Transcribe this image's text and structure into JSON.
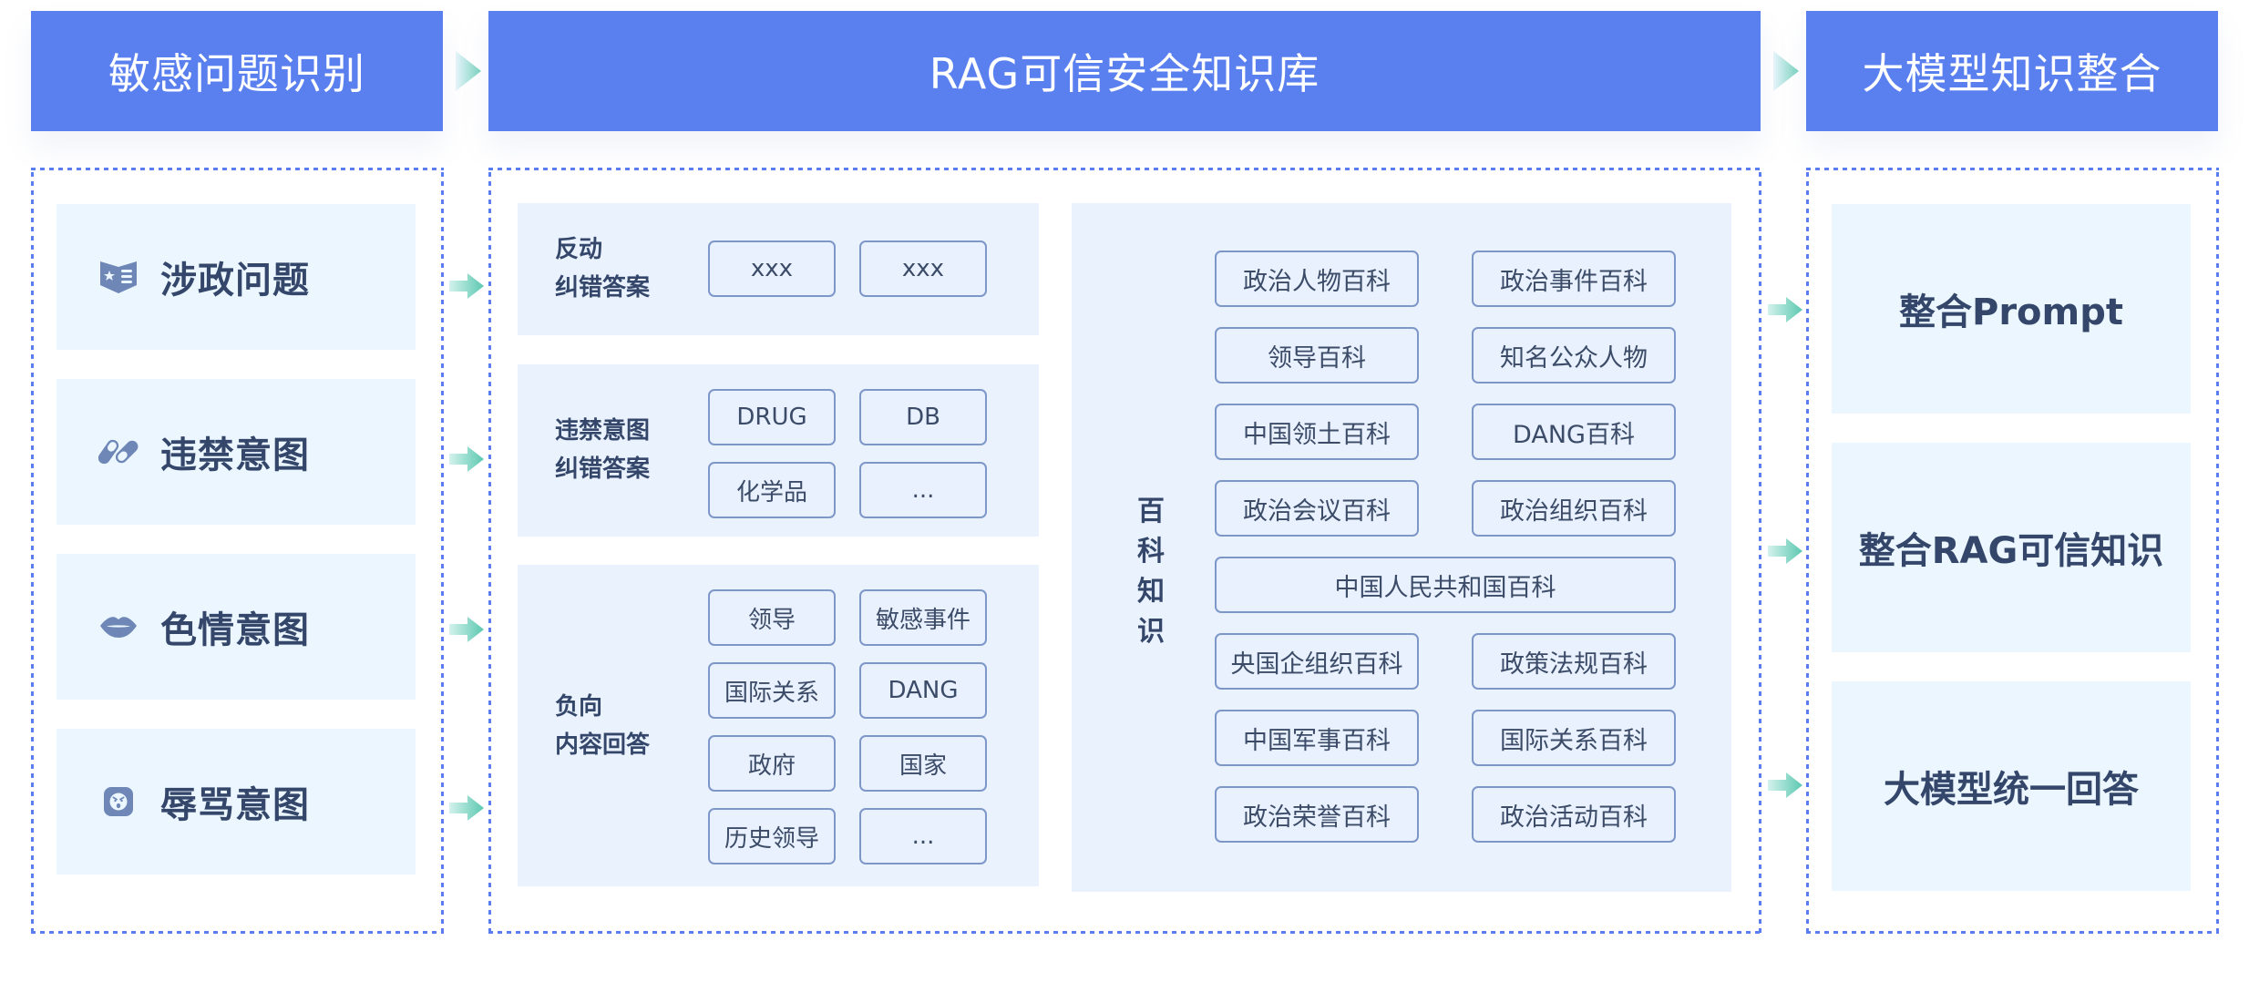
{
  "headers": {
    "left": "敏感问题识别",
    "middle": "RAG可信安全知识库",
    "right": "大模型知识整合"
  },
  "left_items": [
    {
      "label": "涉政问题",
      "icon": "political-book-icon"
    },
    {
      "label": "违禁意图",
      "icon": "pills-icon"
    },
    {
      "label": "色情意图",
      "icon": "lips-icon"
    },
    {
      "label": "辱骂意图",
      "icon": "angry-face-icon"
    }
  ],
  "knowledge_panels": [
    {
      "label_lines": [
        "反动",
        "纠错答案"
      ],
      "tags": [
        "xxx",
        "xxx"
      ]
    },
    {
      "label_lines": [
        "违禁意图",
        "纠错答案"
      ],
      "tags": [
        "DRUG",
        "DB",
        "化学品",
        "..."
      ]
    },
    {
      "label_lines": [
        "负向",
        "内容回答"
      ],
      "tags": [
        "领导",
        "敏感事件",
        "国际关系",
        "DANG",
        "政府",
        "国家",
        "历史领导",
        "..."
      ]
    }
  ],
  "encyclopedia": {
    "label_chars": [
      "百",
      "科",
      "知",
      "识"
    ],
    "rows": [
      [
        "政治人物百科",
        "政治事件百科"
      ],
      [
        "领导百科",
        "知名公众人物"
      ],
      [
        "中国领土百科",
        "DANG百科"
      ],
      [
        "政治会议百科",
        "政治组织百科"
      ],
      [
        "中国人民共和国百科"
      ],
      [
        "央国企组织百科",
        "政策法规百科"
      ],
      [
        "中国军事百科",
        "国际关系百科"
      ],
      [
        "政治荣誉百科",
        "政治活动百科"
      ]
    ]
  },
  "right_items": [
    {
      "label": "整合Prompt"
    },
    {
      "label": "整合RAG可信知识"
    },
    {
      "label": "大模型统一回答"
    }
  ],
  "colors": {
    "header_bg": "#5a7fef",
    "dashed_border": "#5a7ef0",
    "card_bg": "#ebf6ff",
    "panel_bg": "#eaf2fe",
    "tag_border": "#7d97c8",
    "text_dark": "#34476a",
    "icon": "#6e87b7",
    "arrow_start": "#d3f2ec",
    "arrow_end": "#5cc8b1"
  }
}
